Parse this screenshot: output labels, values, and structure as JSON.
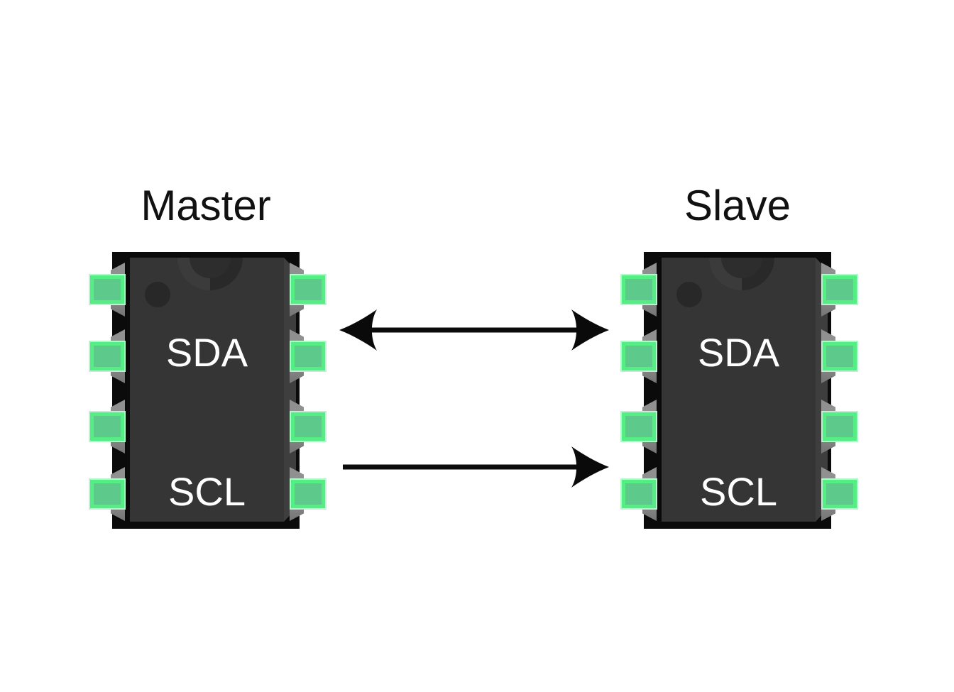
{
  "diagram": {
    "description": "I2C bus connection between a Master and a Slave chip",
    "background": "#ffffff"
  },
  "chips": [
    {
      "title": "Master",
      "role": "master",
      "labels": {
        "sda": "SDA",
        "scl": "SCL"
      },
      "pins_per_side": 4
    },
    {
      "title": "Slave",
      "role": "slave",
      "labels": {
        "sda": "SDA",
        "scl": "SCL"
      },
      "pins_per_side": 4
    }
  ],
  "buses": [
    {
      "name": "SDA",
      "direction": "bidirectional",
      "connects": [
        "Master SDA",
        "Slave SDA"
      ]
    },
    {
      "name": "SCL",
      "direction": "left-to-right",
      "connects": [
        "Master SCL",
        "Slave SCL"
      ]
    }
  ],
  "colors": {
    "background": "#ffffff",
    "chip_frame": "#0b0b0b",
    "chip_body": "#353535",
    "chip_bevel": "#3e3e3e",
    "notch_light": "#3b3b3b",
    "notch_dark": "#292929",
    "notch_inner": "#2d2d2d",
    "pin_dot": "#282828",
    "leg_gray": "#909090",
    "leg_gray_dark": "#757575",
    "pad_border": "#55ee85",
    "pad_fill": "#5dc98b",
    "pad_glow": "#b5f6cd",
    "arrow": "#0a0a0a",
    "title_text": "#111111",
    "chip_text": "#ffffff"
  }
}
